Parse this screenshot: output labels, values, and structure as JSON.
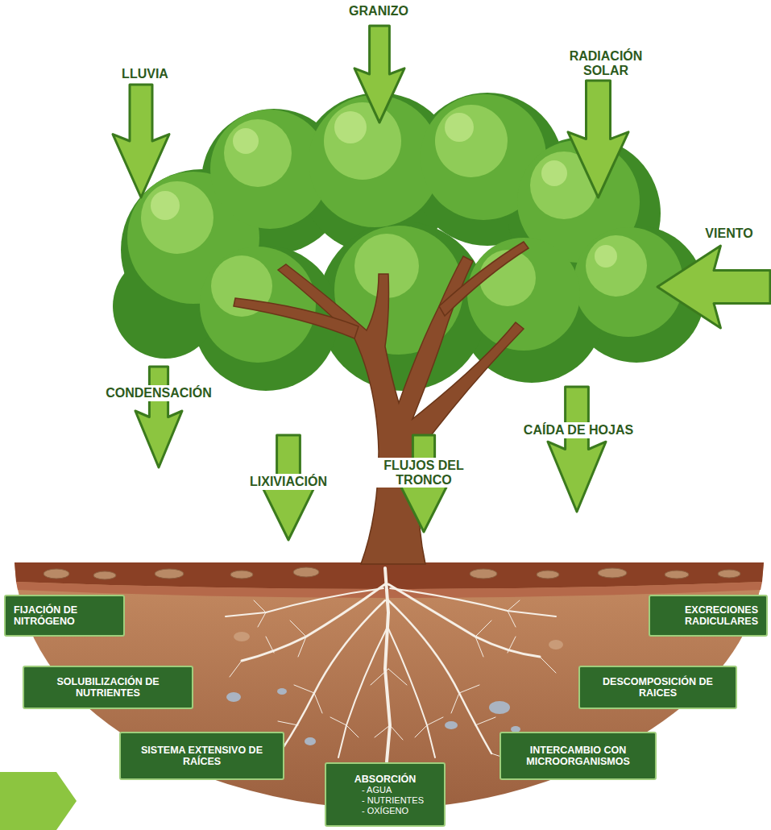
{
  "diagram": {
    "nodes": [
      {
        "text": [
          "FIJACIÓN DE NITRÓGENO"
        ]
      },
      {
        "text": [
          "EXCRECIONES RADICULARES"
        ]
      },
      {
        "text": [
          "SOLUBILIZACIÓN DE NUTRIENTES"
        ]
      },
      {
        "text": [
          "DESCOMPOSICIÓN DE RAICES"
        ]
      },
      {
        "text": [
          "SISTEMA EXTENSIVO DE RAÍCES"
        ]
      },
      {
        "text": [
          "INTERCAMBIO CON MICROORGANISMOS"
        ]
      },
      {
        "text": [
          "ABSORCIÓN",
          "- AGUA",
          "- NUTRIENTES",
          "- OXÍGENO"
        ]
      }
    ],
    "edges": [],
    "labels": [
      "GRANIZO",
      "LLUVIA",
      "RADIACIÓN SOLAR",
      "VIENTO",
      "CONDENSACIÓN",
      "LIXIVIACIÓN",
      "FLUJOS DEL TRONCO",
      "CAÍDA DE HOJAS"
    ]
  }
}
